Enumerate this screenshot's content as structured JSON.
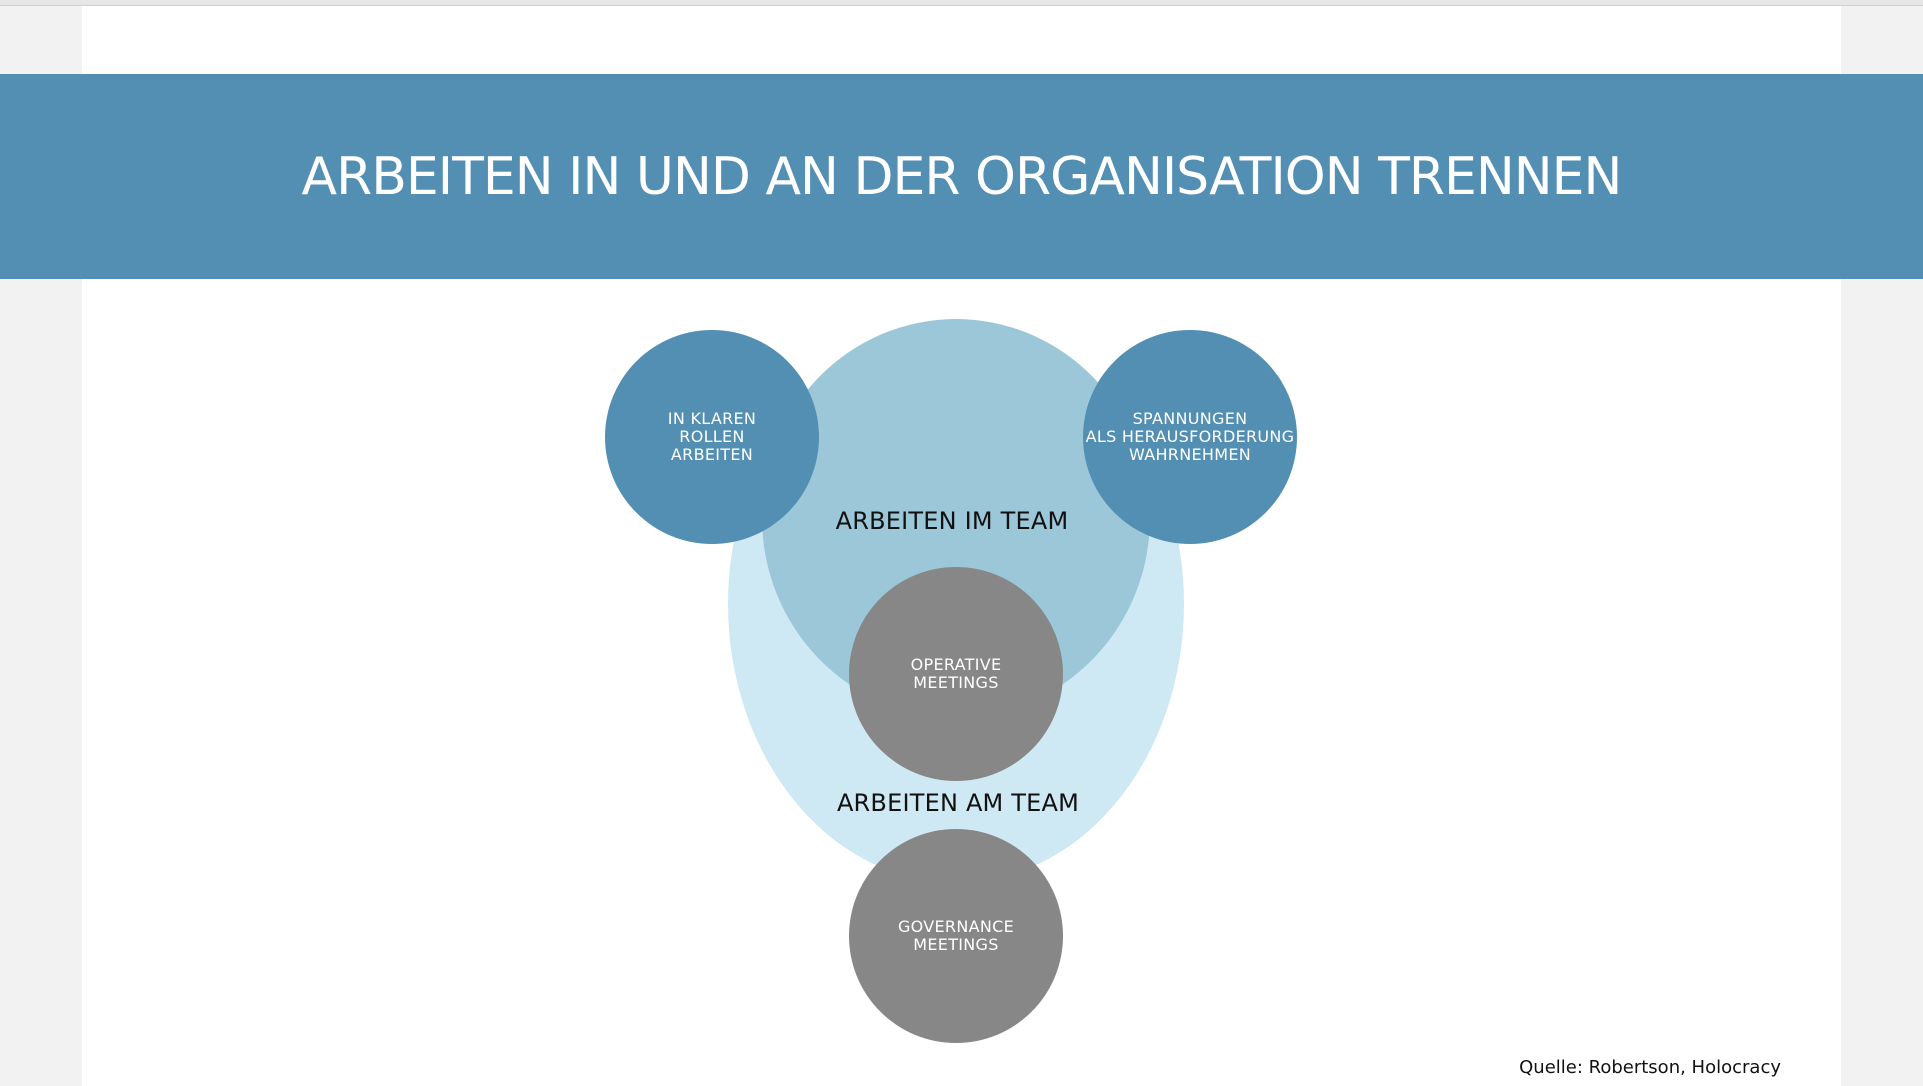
{
  "slide": {
    "title": "ARBEITEN IN UND AN DER ORGANISATION TRENNEN",
    "source": "Quelle: Robertson, Holocracy"
  },
  "diagram": {
    "zones": {
      "outer": "ARBEITEN AM TEAM",
      "inner": "ARBEITEN IM TEAM"
    },
    "nodes": {
      "left": "IN KLAREN\nROLLEN\nARBEITEN",
      "right": "SPANNUNGEN\nALS HERAUSFORDERUNG\nWAHRNEHMEN",
      "operative": "OPERATIVE\nMEETINGS",
      "governance": "GOVERNANCE\nMEETINGS"
    }
  },
  "colors": {
    "banner": "#538fb3",
    "outer_zone": "#cfe9f4",
    "inner_zone": "#9cc7d8",
    "blue_node": "#538fb3",
    "grey_node": "#878787"
  }
}
